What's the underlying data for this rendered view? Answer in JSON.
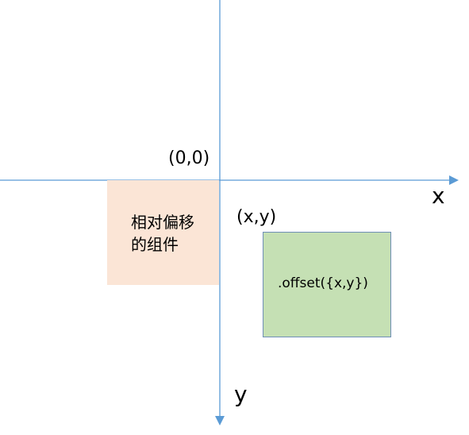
{
  "labels": {
    "origin": "(0,0)",
    "x_axis": "x",
    "y_axis": "y",
    "offset_point": "(x,y)"
  },
  "relative_box": {
    "line1": "相对偏移",
    "line2": "的组件"
  },
  "offset_box": {
    "text": ".offset({x,y})"
  },
  "colors": {
    "axis": "#5b9bd5",
    "relative_fill": "#fbe5d6",
    "offset_fill": "#c5e0b4",
    "offset_border": "#6f8fb8"
  }
}
